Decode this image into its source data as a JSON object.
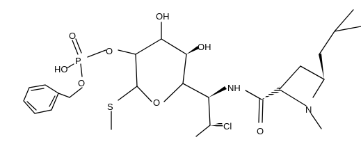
{
  "structure": {
    "atom_labels": {
      "oh_top": "OH",
      "oh_right": "OH",
      "ho_phosphate": "HO",
      "p": "P",
      "o_carbonyl_p": "O",
      "o_ester_ring": "O",
      "o_ester_benzyl": "O",
      "o_ring": "O",
      "s": "S",
      "nh": "NH",
      "n_ring": "N",
      "o_amide": "O",
      "cl": "Cl"
    }
  }
}
